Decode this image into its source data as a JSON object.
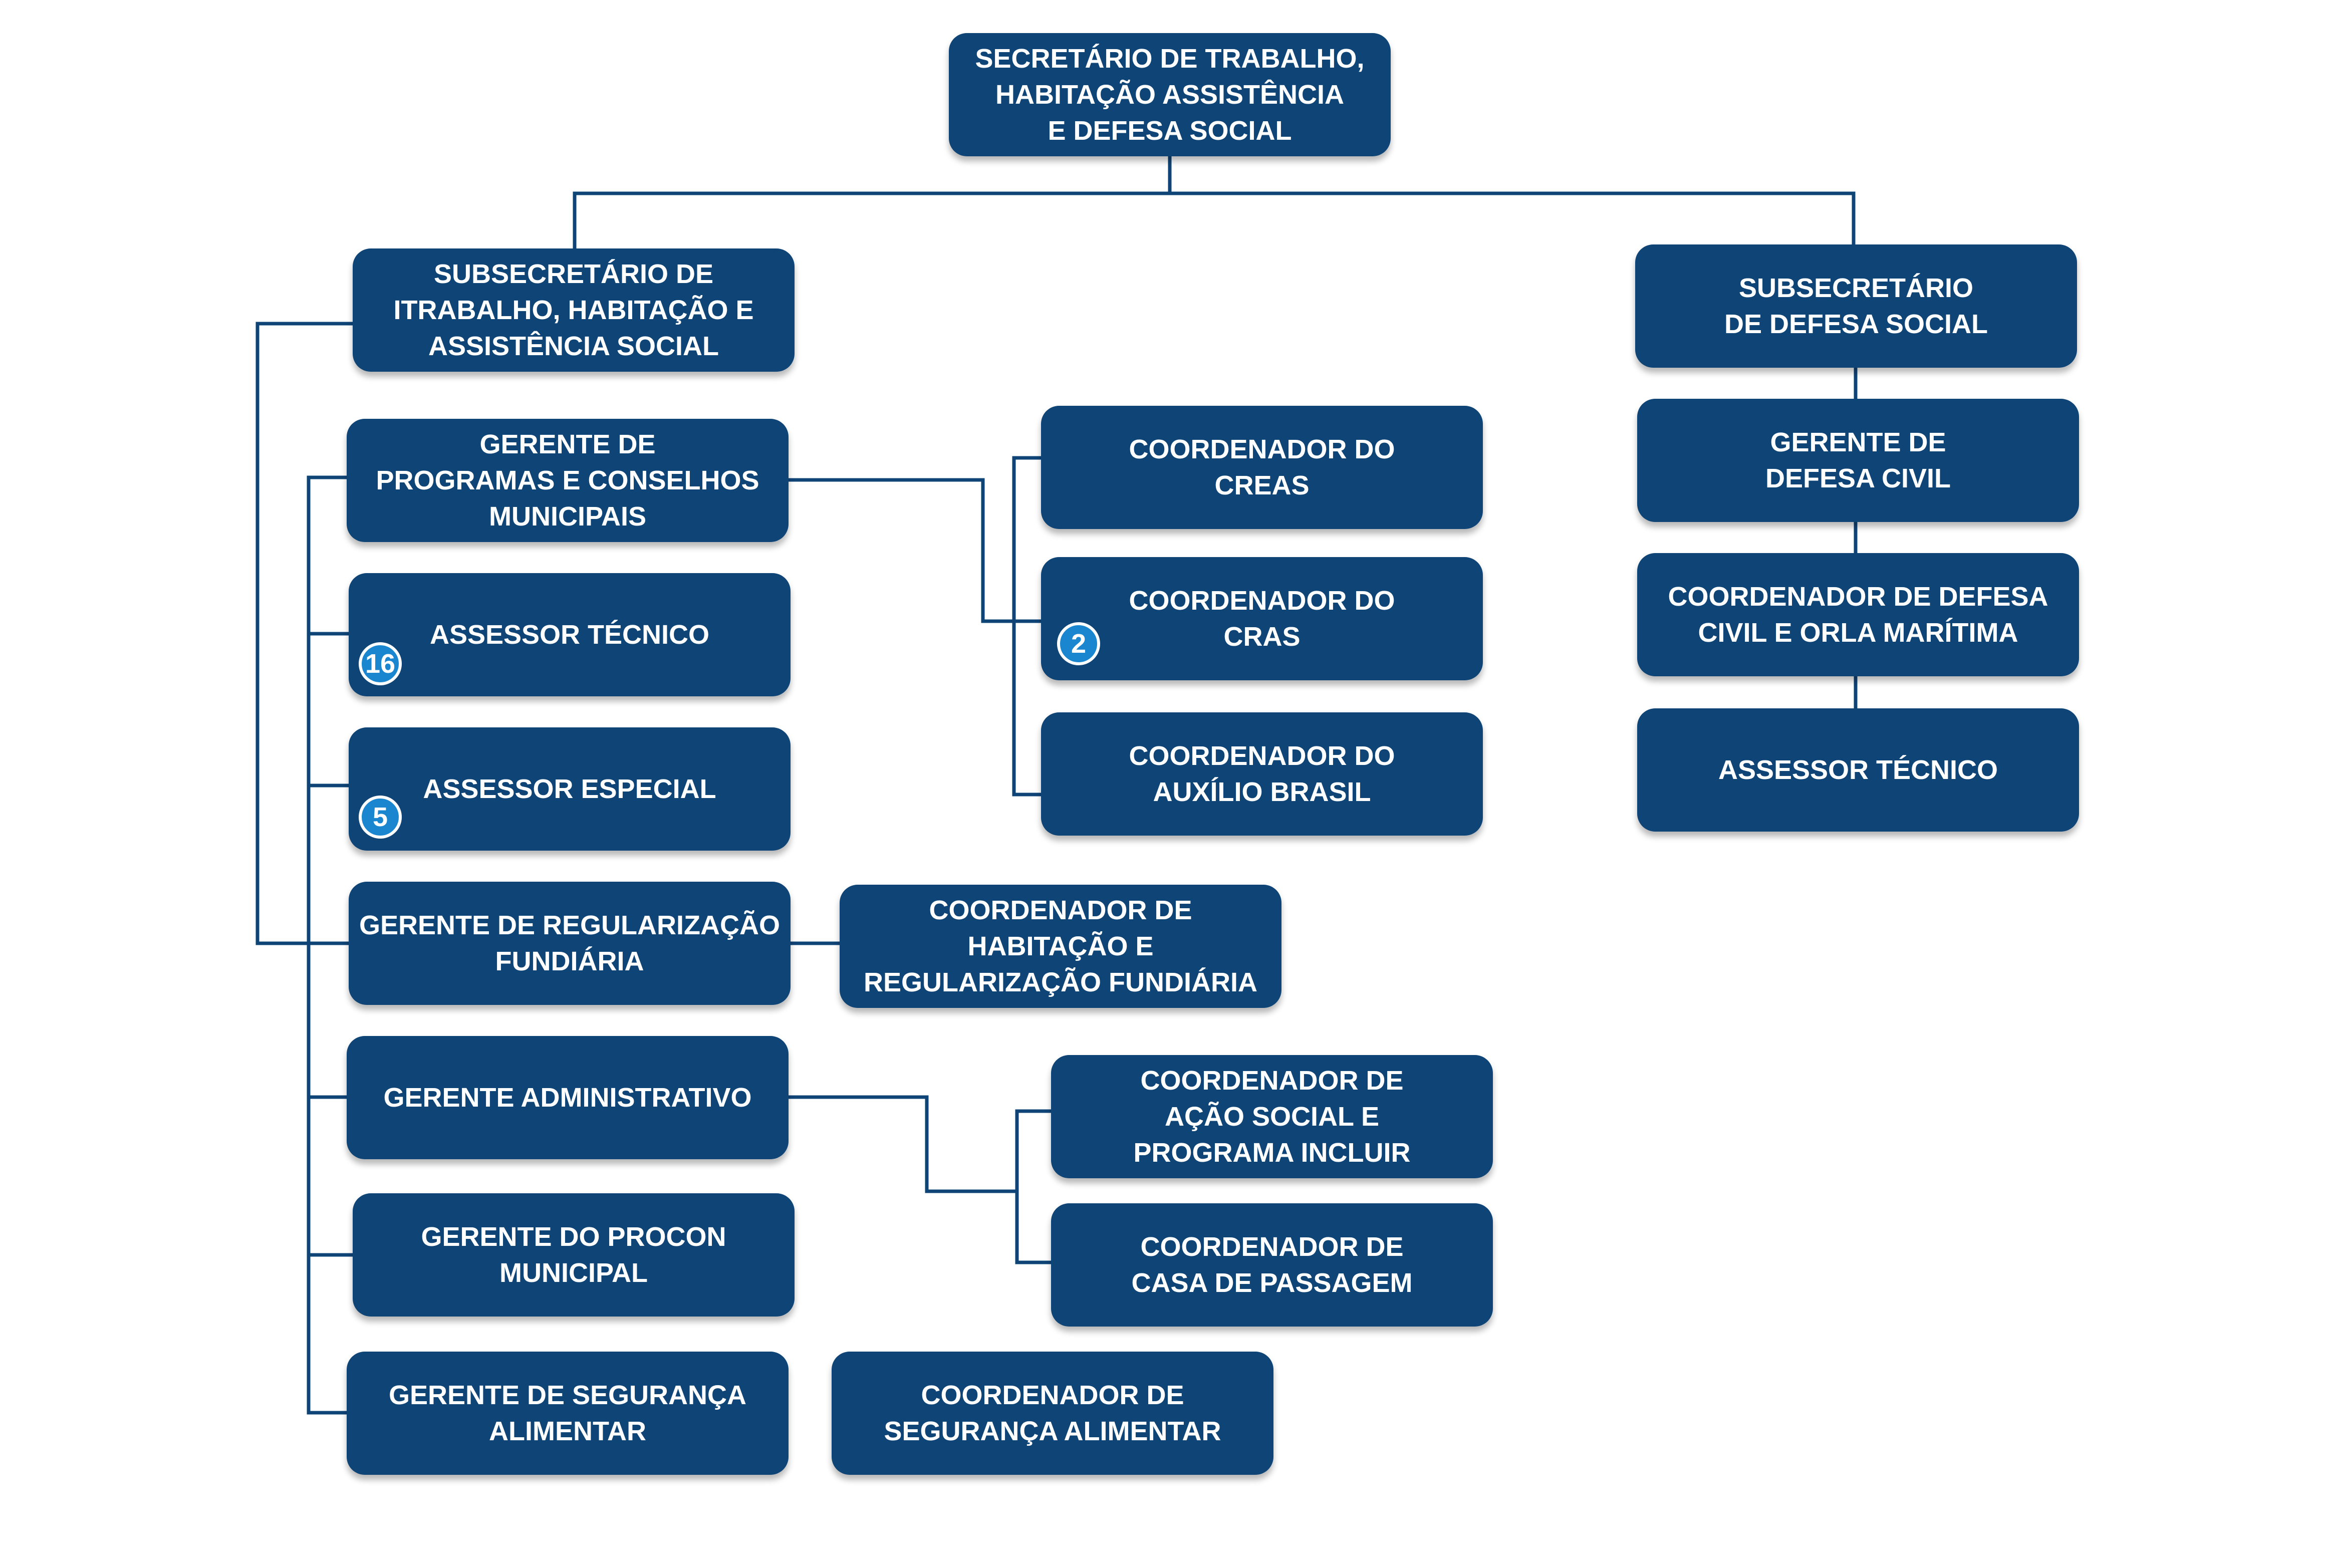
{
  "colors": {
    "box_fill": "#0f4477",
    "connector": "#0f4477",
    "badge_fill": "#1a86cf",
    "text": "#ffffff"
  },
  "nodes": {
    "secretario": "SECRETÁRIO DE TRABALHO,\nHABITAÇÃO ASSISTÊNCIA\nE DEFESA SOCIAL",
    "sub_trabalho": "SUBSECRETÁRIO DE\nITRABALHO, HABITAÇÃO E\nASSISTÊNCIA SOCIAL",
    "sub_defesa": "SUBSECRETÁRIO\nDE DEFESA SOCIAL",
    "gerente_programas": "GERENTE DE\nPROGRAMAS E CONSELHOS\nMUNICIPAIS",
    "assessor_tecnico_left": "ASSESSOR TÉCNICO",
    "assessor_especial": "ASSESSOR ESPECIAL",
    "gerente_regularizacao": "GERENTE DE REGULARIZAÇÃO\nFUNDIÁRIA",
    "gerente_administrativo": "GERENTE ADMINISTRATIVO",
    "gerente_procon": "GERENTE DO PROCON\nMUNICIPAL",
    "gerente_seguranca": "GERENTE DE SEGURANÇA\nALIMENTAR",
    "coord_creas": "COORDENADOR DO\nCREAS",
    "coord_cras": "COORDENADOR DO\nCRAS",
    "coord_auxilio": "COORDENADOR DO\nAUXÍLIO BRASIL",
    "coord_habitacao": "COORDENADOR DE\nHABITAÇÃO E\nREGULARIZAÇÃO FUNDIÁRIA",
    "coord_acao_social": "COORDENADOR DE\nAÇÃO SOCIAL E\nPROGRAMA INCLUIR",
    "coord_casa_passagem": "COORDENADOR DE\nCASA DE PASSAGEM",
    "coord_seguranca": "COORDENADOR DE\nSEGURANÇA ALIMENTAR",
    "gerente_defesa_civil": "GERENTE DE\nDEFESA CIVIL",
    "coord_defesa_civil": "COORDENADOR DE DEFESA\nCIVIL E ORLA MARÍTIMA",
    "assessor_tecnico_right": "ASSESSOR TÉCNICO"
  },
  "badges": {
    "assessor_tecnico_count": "16",
    "assessor_especial_count": "5",
    "coord_cras_count": "2"
  }
}
